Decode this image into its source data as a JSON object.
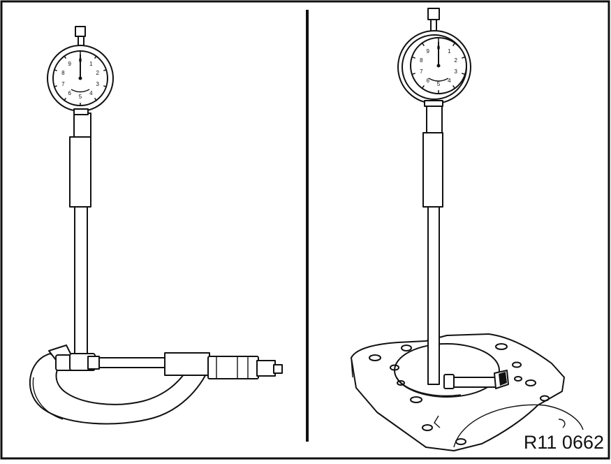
{
  "figure": {
    "reference_code": "R11 0662",
    "dial_numerals": [
      "0",
      "1",
      "2",
      "3",
      "4",
      "5",
      "6",
      "7",
      "8",
      "9"
    ]
  },
  "colors": {
    "line": "#111111",
    "background": "#ffffff"
  },
  "panels": [
    {
      "id": "left",
      "subject": "dial-bore-gauge-on-micrometer"
    },
    {
      "id": "right",
      "subject": "dial-bore-gauge-in-cylinder-bore"
    }
  ]
}
